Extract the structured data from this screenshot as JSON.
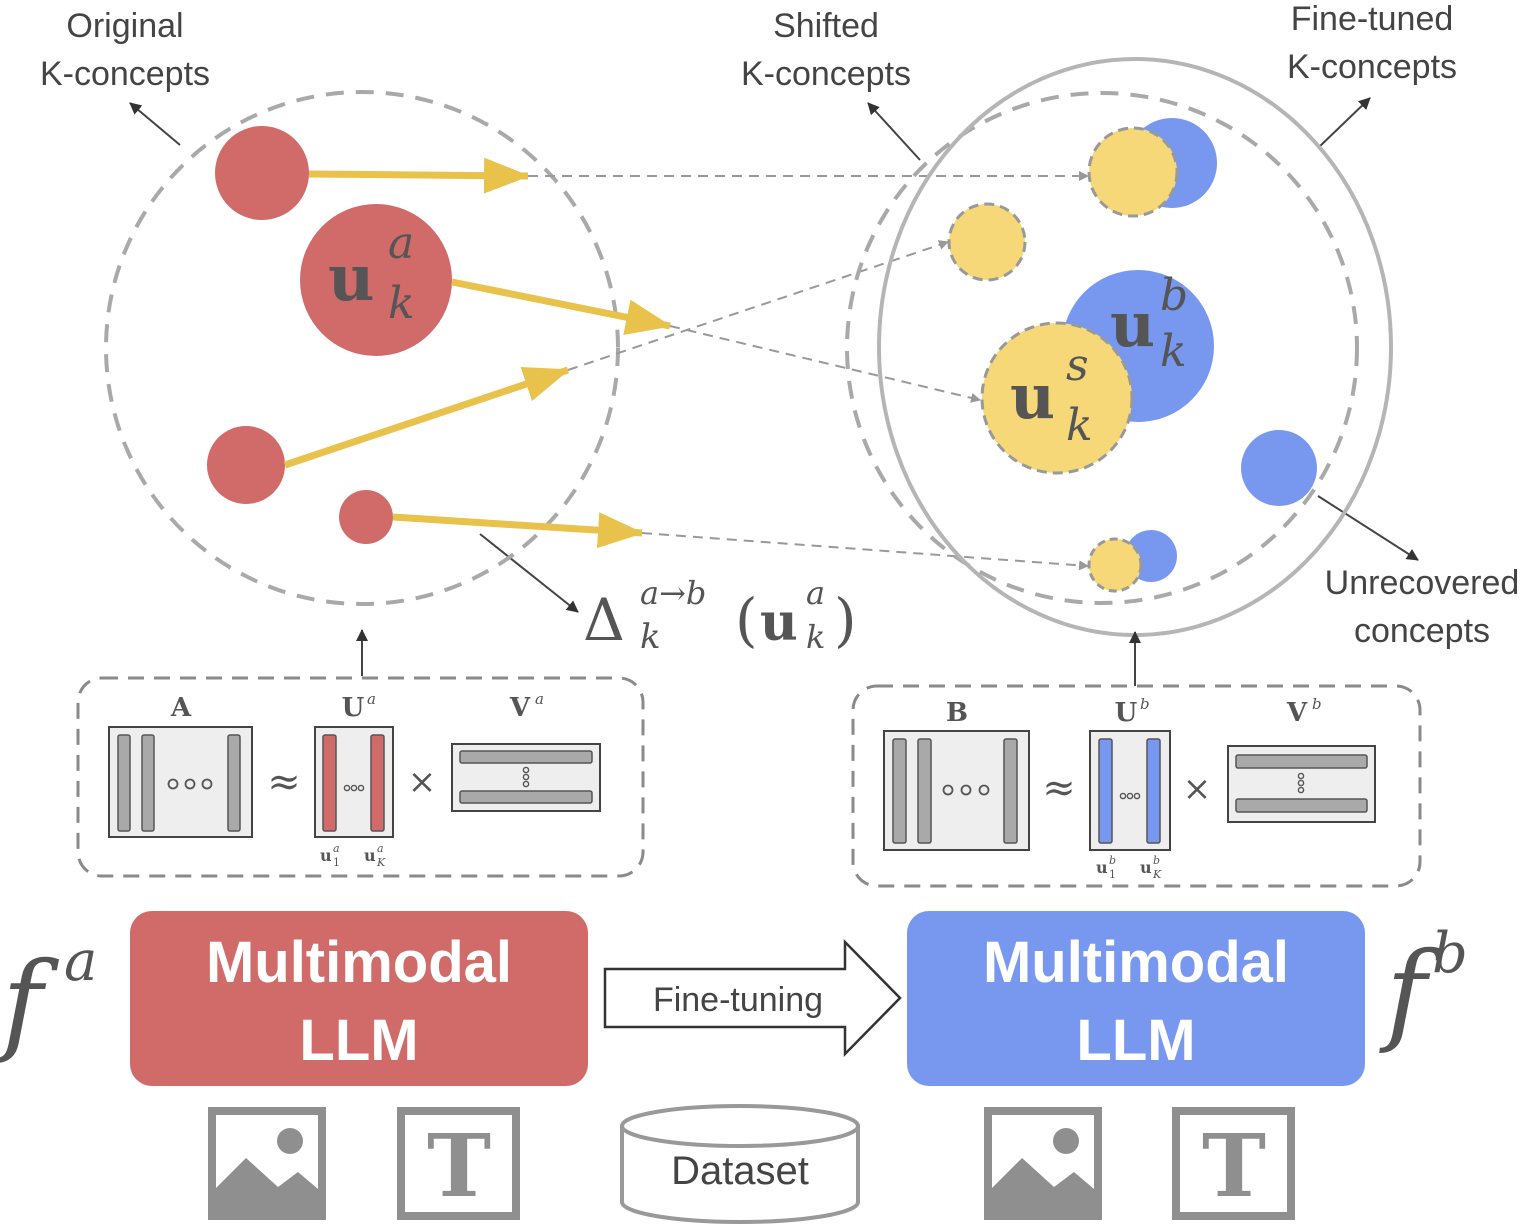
{
  "labels": {
    "original": [
      "Original",
      "K-concepts"
    ],
    "shifted": [
      "Shifted",
      "K-concepts"
    ],
    "finetuned": [
      "Fine-tuned",
      "K-concepts"
    ],
    "unrecovered": [
      "Unrecovered",
      "concepts"
    ]
  },
  "math": {
    "u": "u",
    "sup_a": "a",
    "sup_b": "b",
    "sup_s": "s",
    "sub_k": "k",
    "delta": "Δ",
    "delta_sup": "a→b",
    "delta_arg_open": "(",
    "delta_arg_close": ")",
    "f": "f"
  },
  "left_decomp": {
    "matrix_a": "A",
    "matrix_u": "U",
    "matrix_u_sup": "a",
    "matrix_v": "V",
    "matrix_v_sup": "a",
    "approx": "≈",
    "times": "×",
    "col_first": "u",
    "col_first_sub": "1",
    "col_last": "u",
    "col_last_sub": "K"
  },
  "right_decomp": {
    "matrix_b": "B",
    "matrix_u": "U",
    "matrix_u_sup": "b",
    "matrix_v": "V",
    "matrix_v_sup": "b",
    "approx": "≈",
    "times": "×",
    "col_first": "u",
    "col_first_sub": "1",
    "col_last": "u",
    "col_last_sub": "K"
  },
  "models": {
    "left": [
      "Multimodal",
      "LLM"
    ],
    "right": [
      "Multimodal",
      "LLM"
    ],
    "left_fn_sup": "a",
    "right_fn_sup": "b"
  },
  "arrow_label": "Fine-tuning",
  "dataset_label": "Dataset",
  "text_icon": "T",
  "icons": [
    "image-icon",
    "text-icon",
    "dataset-icon"
  ],
  "colors": {
    "red": "#d06b69",
    "blue": "#7898ef",
    "yellow": "#f6d878",
    "arrow_yellow": "#e8c24a",
    "gray": "#a9a9a9"
  }
}
